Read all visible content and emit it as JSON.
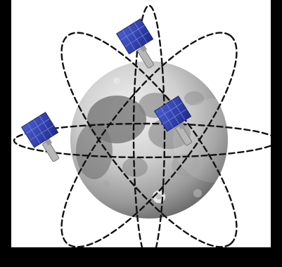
{
  "scene": {
    "background": "#000000",
    "panel_background": "#ffffff",
    "central_body": "moon",
    "orbits": [
      {
        "name": "vertical-orbit",
        "style": "dashed"
      },
      {
        "name": "horizontal-orbit",
        "style": "dashed"
      },
      {
        "name": "diagonal-orbit-a",
        "style": "dashed"
      },
      {
        "name": "diagonal-orbit-b",
        "style": "dashed"
      }
    ],
    "satellites": [
      {
        "name": "satellite-top",
        "icon": "solar-panel-satellite-icon"
      },
      {
        "name": "satellite-center",
        "icon": "solar-panel-satellite-icon"
      },
      {
        "name": "satellite-left",
        "icon": "solar-panel-satellite-icon"
      }
    ],
    "colors": {
      "orbit_line": "#111111",
      "solar_panel": "#2f3ea8",
      "satellite_body": "#b8b8b8",
      "moon_light": "#d9d9d9",
      "moon_dark": "#6f6f6f"
    }
  }
}
